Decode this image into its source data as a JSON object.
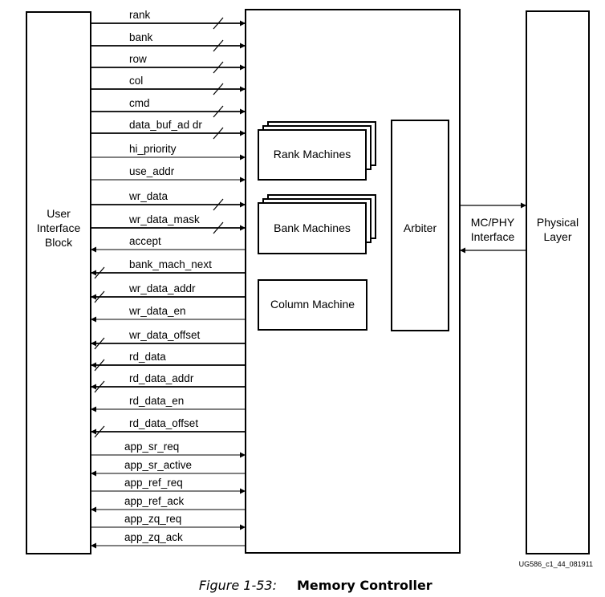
{
  "blocks": {
    "user_interface": [
      "User",
      "Interface",
      "Block"
    ],
    "rank_machines": "Rank Machines",
    "bank_machines": "Bank Machines",
    "column_machine": "Column Machine",
    "arbiter": "Arbiter",
    "mc_phy_interface": [
      "MC/PHY",
      "Interface"
    ],
    "physical_layer": [
      "Physical",
      "Layer"
    ]
  },
  "signals": [
    {
      "label": "rank",
      "dir": "right",
      "bus": true
    },
    {
      "label": "bank",
      "dir": "right",
      "bus": true
    },
    {
      "label": "row",
      "dir": "right",
      "bus": true
    },
    {
      "label": "col",
      "dir": "right",
      "bus": true
    },
    {
      "label": "cmd",
      "dir": "right",
      "bus": true
    },
    {
      "label": "data_buf_ad dr",
      "dir": "right",
      "bus": true
    },
    {
      "label": "hi_priority",
      "dir": "right",
      "bus": false
    },
    {
      "label": "use_addr",
      "dir": "right",
      "bus": false
    },
    {
      "label": "wr_data",
      "dir": "right",
      "bus": true
    },
    {
      "label": "wr_data_mask",
      "dir": "right",
      "bus": true
    },
    {
      "label": "accept",
      "dir": "left",
      "bus": false
    },
    {
      "label": "bank_mach_next",
      "dir": "left",
      "bus": true
    },
    {
      "label": "wr_data_addr",
      "dir": "left",
      "bus": true
    },
    {
      "label": "wr_data_en",
      "dir": "left",
      "bus": false
    },
    {
      "label": "wr_data_offset",
      "dir": "left",
      "bus": true
    },
    {
      "label": "rd_data",
      "dir": "left",
      "bus": true
    },
    {
      "label": "rd_data_addr",
      "dir": "left",
      "bus": true
    },
    {
      "label": "rd_data_en",
      "dir": "left",
      "bus": false
    },
    {
      "label": "rd_data_offset",
      "dir": "left",
      "bus": true
    },
    {
      "label": "app_sr_req",
      "dir": "right",
      "bus": false
    },
    {
      "label": "app_sr_active",
      "dir": "left",
      "bus": false
    },
    {
      "label": "app_ref_req",
      "dir": "right",
      "bus": false
    },
    {
      "label": "app_ref_ack",
      "dir": "left",
      "bus": false
    },
    {
      "label": "app_zq_req",
      "dir": "right",
      "bus": false
    },
    {
      "label": "app_zq_ack",
      "dir": "left",
      "bus": false
    }
  ],
  "figure_code": "UG586_c1_44_081911",
  "caption": {
    "label": "Figure 1-53:",
    "title": "Memory Controller"
  }
}
